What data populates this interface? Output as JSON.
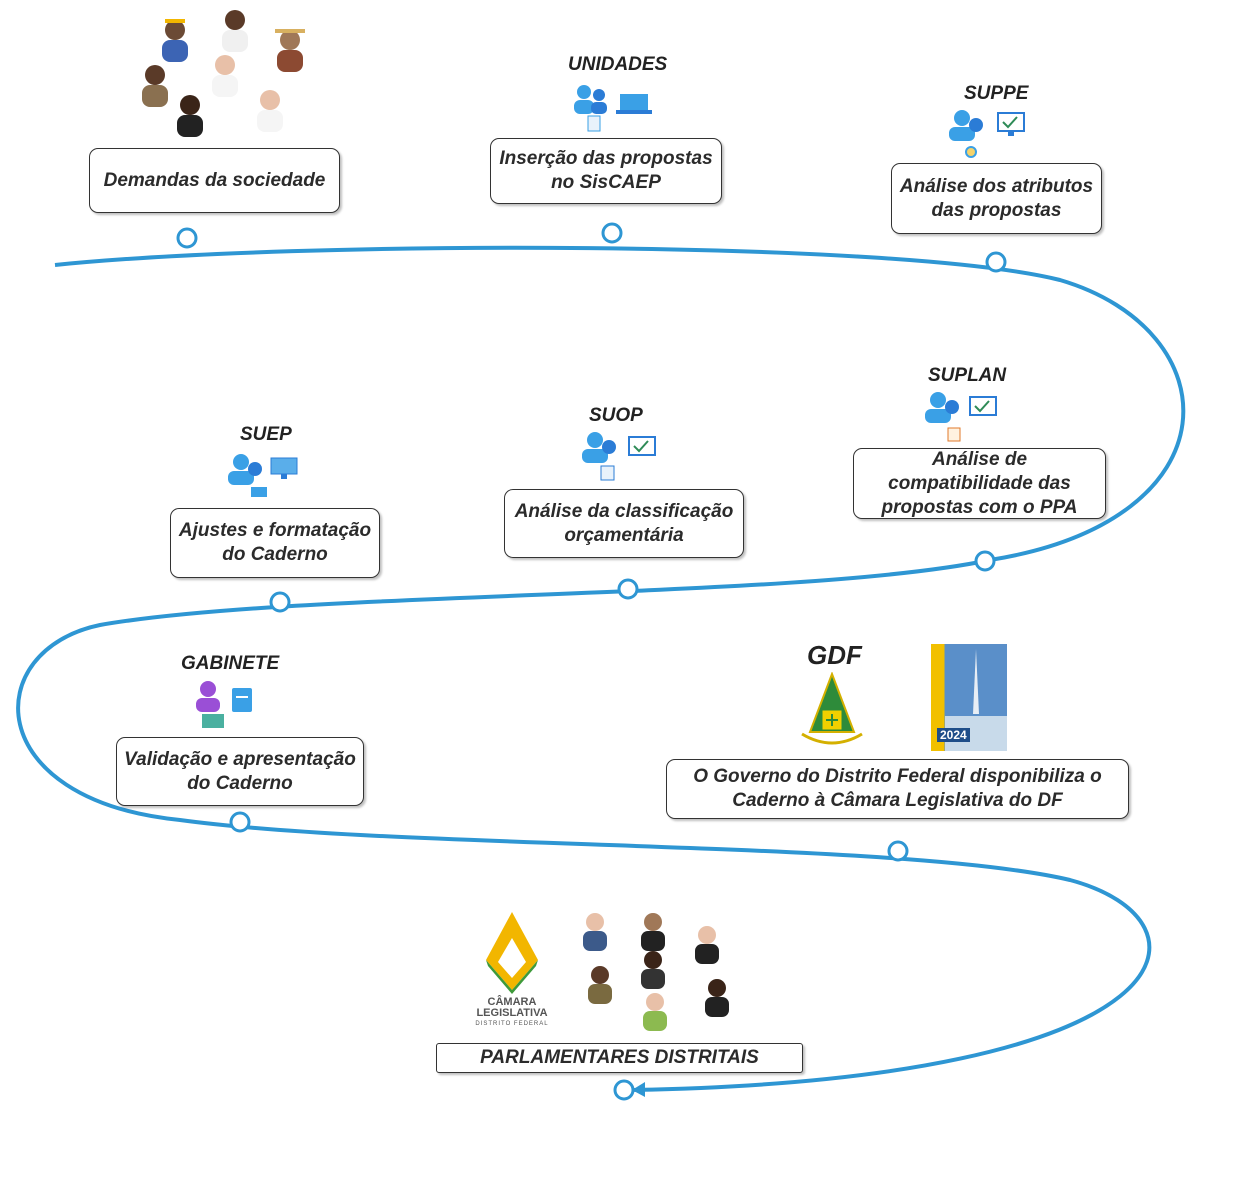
{
  "steps": {
    "demandas": {
      "label": "Demandas da sociedade"
    },
    "unidades": {
      "unit": "UNIDADES",
      "label": "Inserção das propostas\nno SisCAEP"
    },
    "suppe": {
      "unit": "SUPPE",
      "label": "Análise dos atributos\ndas propostas"
    },
    "suplan": {
      "unit": "SUPLAN",
      "label": "Análise de\ncompatibilidade das\npropostas com o PPA"
    },
    "suop": {
      "unit": "SUOP",
      "label": "Análise da classificação\norçamentária"
    },
    "suep": {
      "unit": "SUEP",
      "label": "Ajustes e formatação\ndo Caderno"
    },
    "gabinete": {
      "unit": "GABINETE",
      "label": "Validação e apresentação\ndo Caderno"
    },
    "gdf": {
      "unit": "GDF",
      "label": "O Governo do Distrito Federal disponibiliza o\nCaderno à Câmara Legislativa do DF"
    },
    "parlamentares": {
      "label": "PARLAMENTARES DISTRITAIS"
    }
  },
  "camara_logo": {
    "line1": "CÂMARA",
    "line2": "LEGISLATIVA",
    "line3": "DISTRITO FEDERAL"
  },
  "caderno_cover": {
    "year": "2024"
  },
  "colors": {
    "path": "#2e96d3",
    "gear": "#2b7cd6",
    "person": "#3aa0e6",
    "gabinete": "#9a4fd6",
    "check": "#2e8b57"
  }
}
